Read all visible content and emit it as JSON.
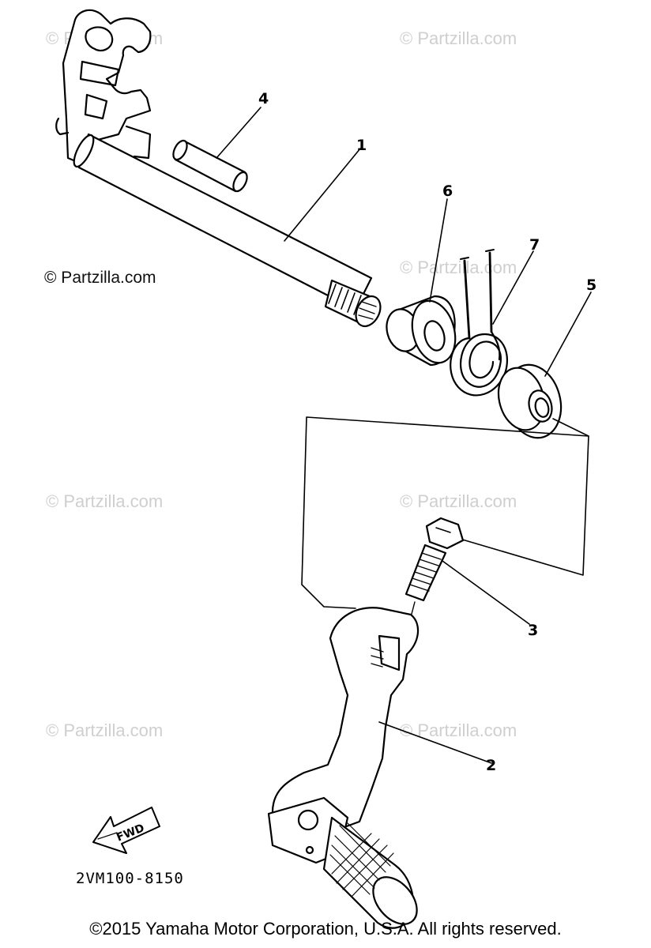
{
  "watermarks": {
    "text": "© Partzilla.com",
    "main": "© Partzilla.com"
  },
  "callouts": [
    "1",
    "2",
    "3",
    "4",
    "5",
    "6",
    "7"
  ],
  "fwd_label": "FWD",
  "diagram_code": "2VM100-8150",
  "copyright": "©2015 Yamaha Motor Corporation, U.S.A. All rights reserved."
}
